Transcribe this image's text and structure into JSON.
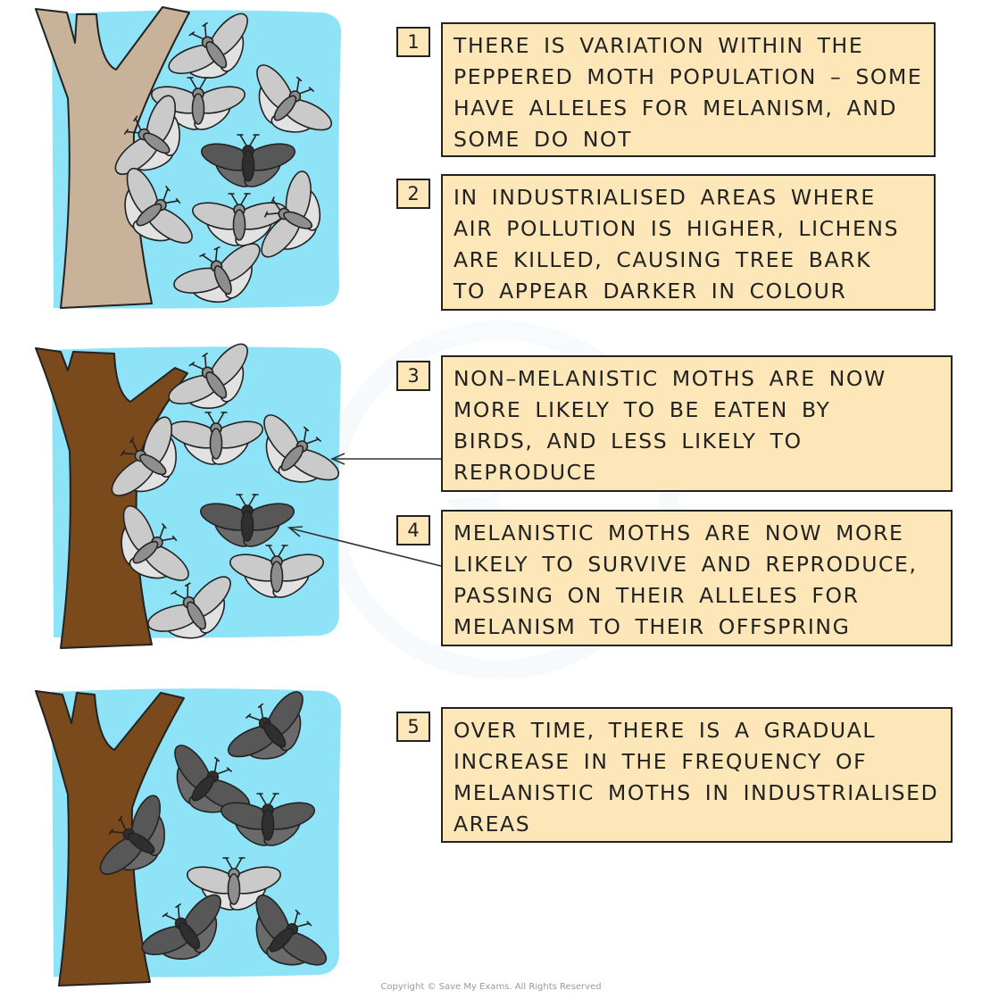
{
  "steps": [
    {
      "number": "1",
      "text": "THERE IS VARIATION WITHIN THE\nPEPPERED MOTH POPULATION – SOME\nHAVE ALLELES FOR MELANISM, AND\nSOME DO NOT"
    },
    {
      "number": "2",
      "text": "IN INDUSTRIALISED AREAS WHERE\nAIR POLLUTION IS HIGHER, LICHENS\nARE KILLED, CAUSING TREE BARK\nTO APPEAR DARKER IN COLOUR"
    },
    {
      "number": "3",
      "text": "NON–MELANISTIC MOTHS ARE NOW\nMORE LIKELY TO BE EATEN BY\nBIRDS, AND LESS LIKELY TO\nREPRODUCE"
    },
    {
      "number": "4",
      "text": "MELANISTIC MOTHS ARE NOW MORE\nLIKELY TO SURVIVE AND REPRODUCE,\nPASSING ON THEIR ALLELES FOR\nMELANISM TO THEIR OFFSPRING"
    },
    {
      "number": "5",
      "text": "OVER TIME, THERE IS A GRADUAL\nINCREASE IN THE FREQUENCY OF\nMELANISTIC MOTHS IN INDUSTRIALISED\nAREAS"
    }
  ],
  "copyright": "Copyright © Save My Exams. All Rights Reserved",
  "colors": {
    "sky": "#8fe3f7",
    "bark_light": "#c8b39a",
    "bark_dark": "#7b4a1c",
    "box_fill": "#fde7b8",
    "moth_light": "#c6c6c6",
    "moth_dark": "#5a5a5a"
  },
  "panels": [
    {
      "bark": "light",
      "moths": [
        "light",
        "light",
        "light",
        "light",
        "dark",
        "light",
        "light",
        "light",
        "light"
      ]
    },
    {
      "bark": "dark",
      "moths": [
        "light",
        "light",
        "light",
        "light",
        "dark",
        "light",
        "light",
        "light"
      ]
    },
    {
      "bark": "dark",
      "moths": [
        "dark",
        "dark",
        "dark",
        "dark",
        "light",
        "dark",
        "dark"
      ]
    }
  ]
}
